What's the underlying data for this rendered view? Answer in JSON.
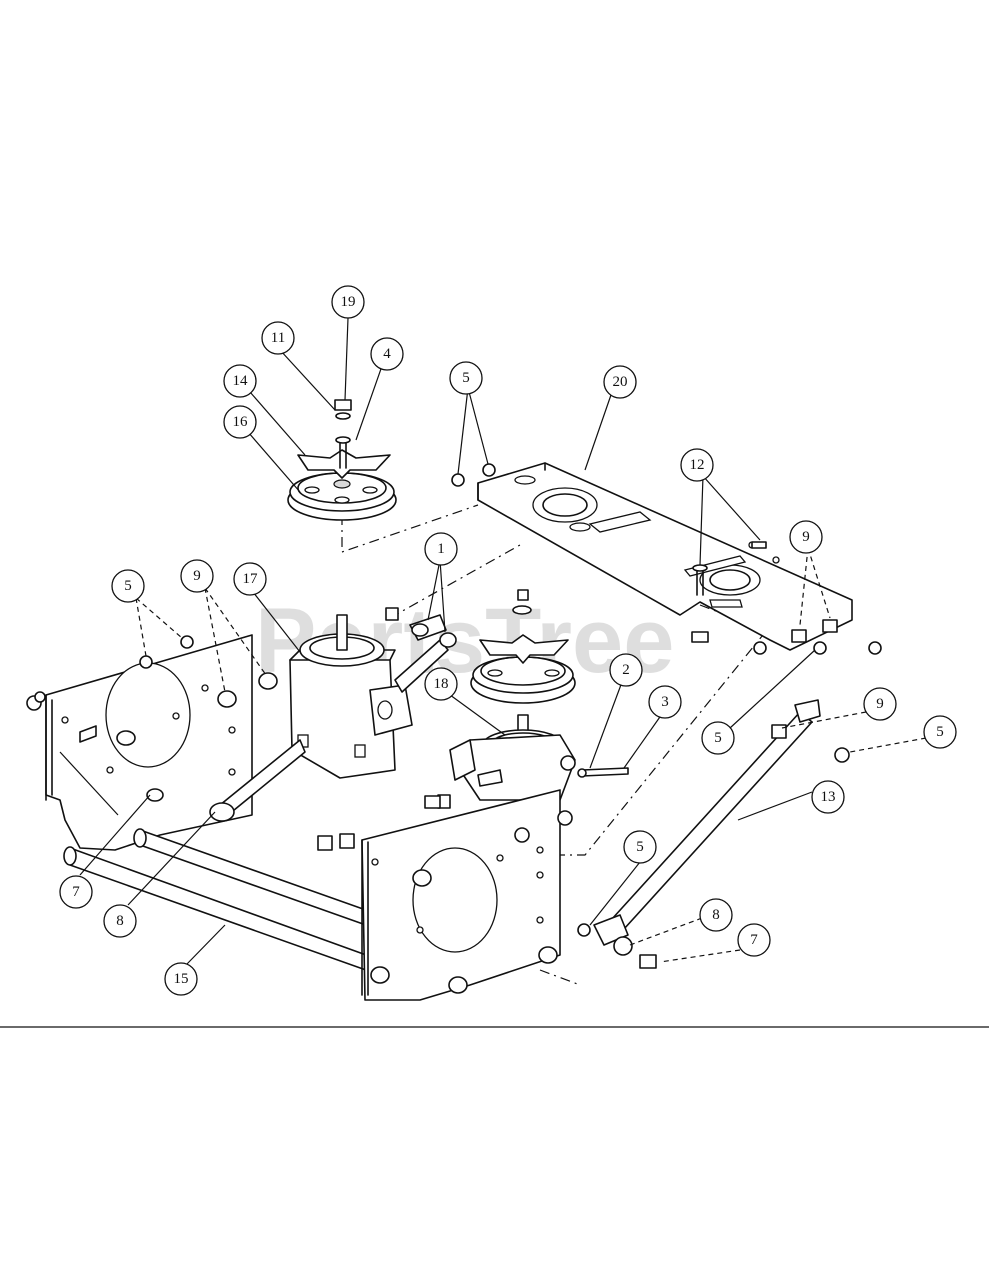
{
  "watermark": "PartsTree",
  "callouts": [
    {
      "id": "c19",
      "label": "19"
    },
    {
      "id": "c11",
      "label": "11"
    },
    {
      "id": "c4",
      "label": "4"
    },
    {
      "id": "c14",
      "label": "14"
    },
    {
      "id": "c16",
      "label": "16"
    },
    {
      "id": "c5a",
      "label": "5"
    },
    {
      "id": "c20",
      "label": "20"
    },
    {
      "id": "c12",
      "label": "12"
    },
    {
      "id": "c9a",
      "label": "9"
    },
    {
      "id": "c1",
      "label": "1"
    },
    {
      "id": "c5b",
      "label": "5"
    },
    {
      "id": "c9b",
      "label": "9"
    },
    {
      "id": "c17",
      "label": "17"
    },
    {
      "id": "c18",
      "label": "18"
    },
    {
      "id": "c2",
      "label": "2"
    },
    {
      "id": "c3",
      "label": "3"
    },
    {
      "id": "c5c",
      "label": "5"
    },
    {
      "id": "c9c",
      "label": "9"
    },
    {
      "id": "c5d",
      "label": "5"
    },
    {
      "id": "c13",
      "label": "13"
    },
    {
      "id": "c7a",
      "label": "7"
    },
    {
      "id": "c8a",
      "label": "8"
    },
    {
      "id": "c5e",
      "label": "5"
    },
    {
      "id": "c8b",
      "label": "8"
    },
    {
      "id": "c7b",
      "label": "7"
    },
    {
      "id": "c15",
      "label": "15"
    }
  ]
}
